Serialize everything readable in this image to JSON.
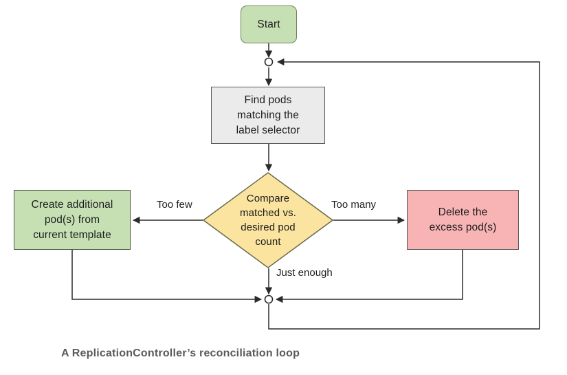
{
  "diagram": {
    "caption": "A ReplicationController’s reconciliation loop",
    "nodes": {
      "start": {
        "label": "Start",
        "shape": "rounded-rectangle",
        "fill": "#c6e0b4"
      },
      "find_pods": {
        "label": "Find pods\nmatching the\nlabel selector",
        "shape": "rectangle",
        "fill": "#ebebeb"
      },
      "compare": {
        "label": "Compare\nmatched vs.\ndesired pod\ncount",
        "shape": "diamond",
        "fill": "#fae4a0"
      },
      "create_pods": {
        "label": "Create additional\npod(s) from\ncurrent template",
        "shape": "rectangle",
        "fill": "#c6e0b4"
      },
      "delete_pods": {
        "label": "Delete the\nexcess pod(s)",
        "shape": "rectangle",
        "fill": "#f8b4b4"
      }
    },
    "edge_labels": {
      "too_few": "Too few",
      "too_many": "Too many",
      "just_enough": "Just enough"
    },
    "colors": {
      "green_fill": "#c6e0b4",
      "green_stroke": "#4a5a3c",
      "grey_fill": "#ebebeb",
      "grey_stroke": "#555555",
      "yellow_fill": "#fae4a0",
      "yellow_stroke": "#6a6a4a",
      "red_fill": "#f8b4b4",
      "red_stroke": "#555555",
      "line": "#2b2b2b",
      "caption": "#5a5a5a"
    }
  }
}
